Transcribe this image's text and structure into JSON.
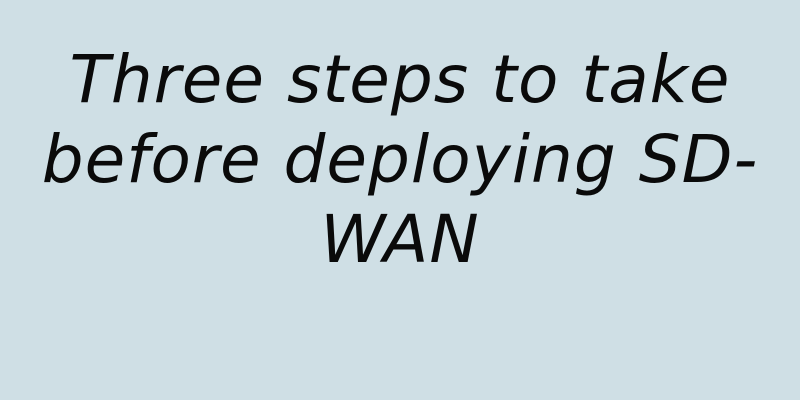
{
  "background_color": "#cfdfe5",
  "text_color": "#0a0a0a",
  "title_lines": [
    "Three steps to take",
    "before deploying SD-",
    "WAN"
  ]
}
